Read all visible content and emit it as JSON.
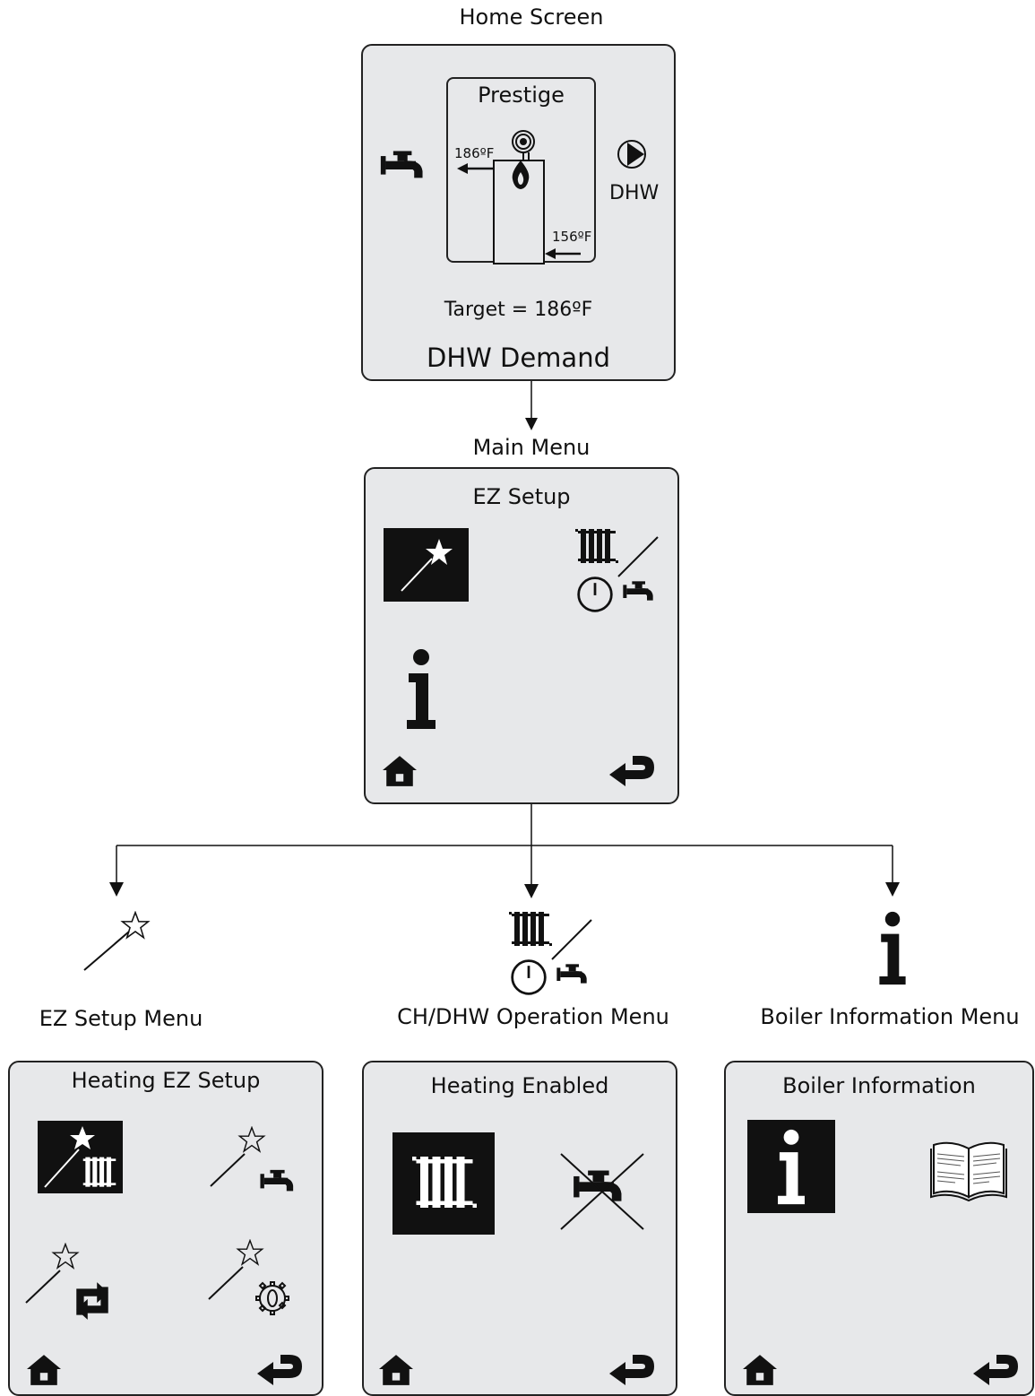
{
  "home": {
    "caption": "Home Screen",
    "device_name": "Prestige",
    "outlet_temp": "186ºF",
    "inlet_temp": "156ºF",
    "pump_label": "DHW",
    "target": "Target = 186ºF",
    "status": "DHW Demand"
  },
  "main_menu": {
    "caption": "Main Menu",
    "title": "EZ Setup"
  },
  "submenus": {
    "ez_setup_caption": "EZ Setup Menu",
    "chdhw_caption": "CH/DHW Operation Menu",
    "boiler_info_caption": "Boiler Information Menu"
  },
  "heating_ez": {
    "title": "Heating EZ Setup"
  },
  "heating_enabled": {
    "title": "Heating Enabled"
  },
  "boiler_info": {
    "title": "Boiler Information"
  },
  "icons": [
    "tap-icon",
    "pump-icon",
    "boiler-icon",
    "flame-icon",
    "fan-icon",
    "magic-wand-icon",
    "radiator-icon",
    "clock-icon",
    "info-icon",
    "home-icon",
    "back-icon",
    "cycle-icon",
    "gear-icon",
    "book-icon"
  ],
  "colors": {
    "screen_bg": "#e7e8ea",
    "ink": "#111111",
    "border": "#222222"
  }
}
